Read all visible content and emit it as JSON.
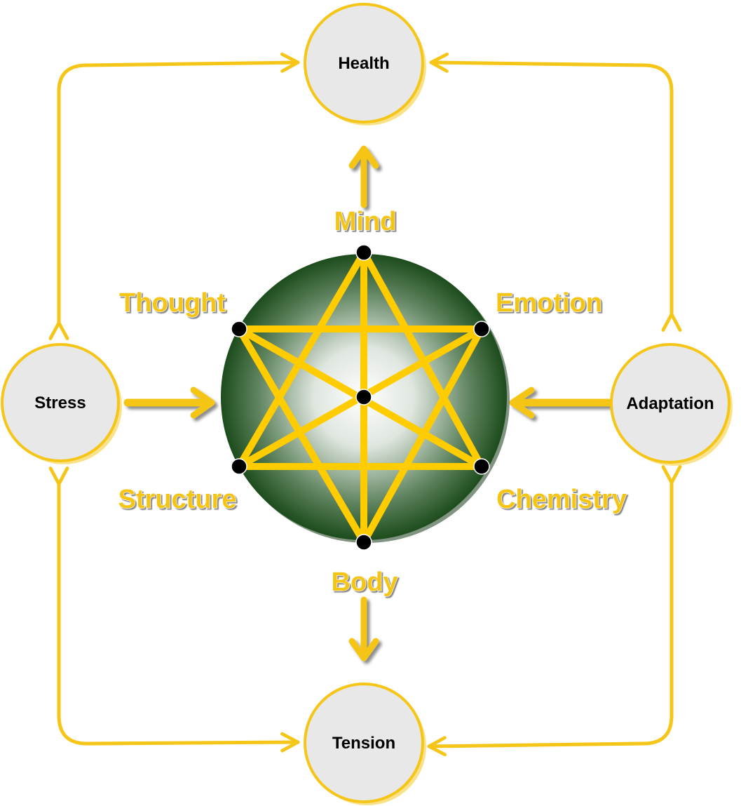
{
  "nodes": {
    "health": "Health",
    "stress": "Stress",
    "adaptation": "Adaptation",
    "tension": "Tension"
  },
  "aspects": {
    "mind": "Mind",
    "thought": "Thought",
    "emotion": "Emotion",
    "structure": "Structure",
    "chemistry": "Chemistry",
    "body": "Body"
  },
  "colors": {
    "arrow": "#F5C518",
    "node_fill": "#E8E8E8",
    "node_border": "#F5C518",
    "sphere_center": "#FFFFFF",
    "sphere_edge": "#1E4D1E",
    "star": "#FFCC00",
    "vertex_dot": "#000000",
    "label_text": "#F5C518"
  }
}
